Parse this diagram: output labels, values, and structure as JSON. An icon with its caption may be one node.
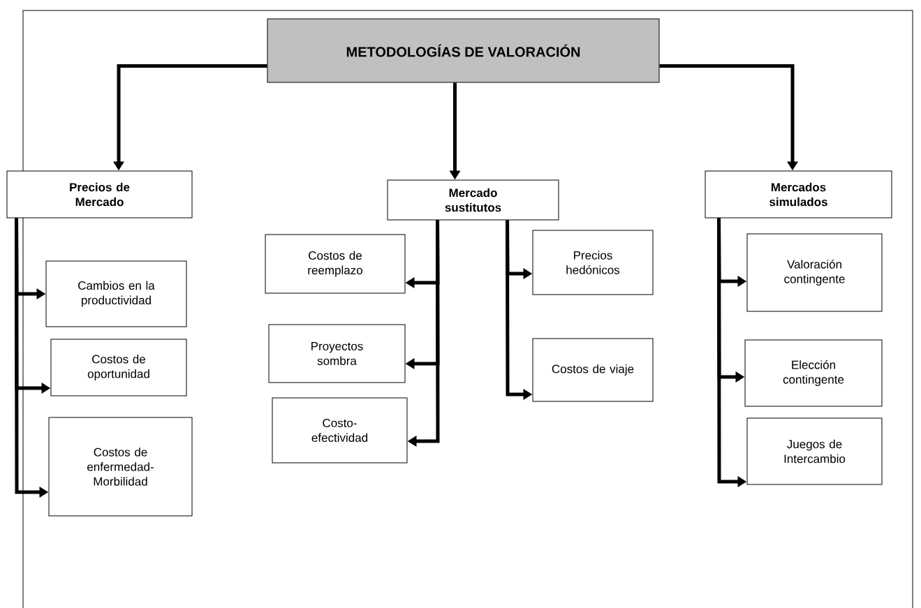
{
  "diagram": {
    "nodes": [
      {
        "text": [
          "METODOLOGÍAS DE VALORACIÓN"
        ]
      },
      {
        "text": [
          "Precios de Mercado"
        ]
      },
      {
        "text": [
          "Mercado sustitutos"
        ]
      },
      {
        "text": [
          "Mercados simulados"
        ]
      },
      {
        "text": [
          "Cambios en la productividad"
        ]
      },
      {
        "text": [
          "Costos de oportunidad"
        ]
      },
      {
        "text": [
          "Costos de enfermedad-Morbilidad"
        ]
      },
      {
        "text": [
          "Costos de reemplazo"
        ]
      },
      {
        "text": [
          "Proyectos sombra"
        ]
      },
      {
        "text": [
          "Costo-efectividad"
        ]
      },
      {
        "text": [
          "Precios hedónicos"
        ]
      },
      {
        "text": [
          "Costos de viaje"
        ]
      },
      {
        "text": [
          "Valoración contingente"
        ]
      },
      {
        "text": [
          "Elección contingente"
        ]
      },
      {
        "text": [
          "Juegos de Intercambio"
        ]
      }
    ],
    "edges": [
      {
        "from": 0,
        "to": 1,
        "arrow": "to"
      },
      {
        "from": 0,
        "to": 2,
        "arrow": "to"
      },
      {
        "from": 0,
        "to": 3,
        "arrow": "to"
      },
      {
        "from": 1,
        "to": 4,
        "arrow": "to"
      },
      {
        "from": 1,
        "to": 5,
        "arrow": "to"
      },
      {
        "from": 1,
        "to": 6,
        "arrow": "to"
      },
      {
        "from": 2,
        "to": 7,
        "arrow": "to"
      },
      {
        "from": 2,
        "to": 8,
        "arrow": "to"
      },
      {
        "from": 2,
        "to": 9,
        "arrow": "to"
      },
      {
        "from": 2,
        "to": 10,
        "arrow": "to"
      },
      {
        "from": 2,
        "to": 11,
        "arrow": "to"
      },
      {
        "from": 3,
        "to": 12,
        "arrow": "to"
      },
      {
        "from": 3,
        "to": 13,
        "arrow": "to"
      },
      {
        "from": 3,
        "to": 14,
        "arrow": "to"
      }
    ]
  }
}
